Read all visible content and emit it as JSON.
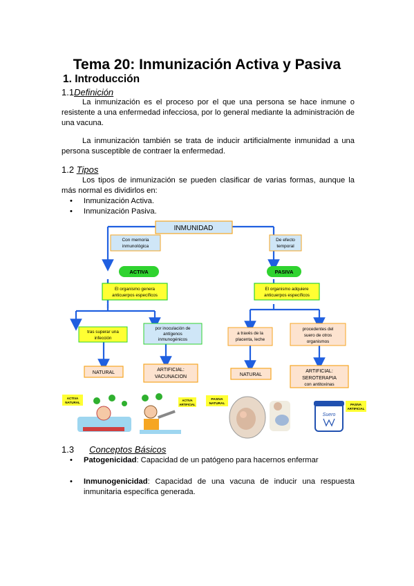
{
  "title": "Tema 20: Inmunización Activa y Pasiva",
  "section1": "1. Introducción",
  "s11": {
    "num": "1.1",
    "label": "Definición"
  },
  "def_p1": "La inmunización es el proceso por el que una persona se hace inmune o resistente a una enfermedad infecciosa, por lo general mediante la administración de una vacuna.",
  "def_p2": "La inmunización también se trata de inducir artificialmente inmunidad a una persona susceptible de contraer la enfermedad.",
  "s12": {
    "num": "1.2",
    "label": "Tipos"
  },
  "tipos_p": "Los tipos de inmunización se pueden clasificar de varias formas, aunque la más normal es dividirlos en:",
  "tipos_list": [
    "Inmunización Activa.",
    "Inmunización Pasiva."
  ],
  "diagram": {
    "root": "INMUNIDAD",
    "left_note": [
      "Con memoria",
      "inmunológica"
    ],
    "right_note": [
      "De efecto",
      "temporal"
    ],
    "activa": "ACTIVA",
    "pasiva": "PASIVA",
    "activa_desc": [
      "El organismo genera",
      "anticuerpos específicos"
    ],
    "pasiva_desc": [
      "El organismo adquiere",
      "anticuerpos específicos"
    ],
    "a1": [
      "tras superar una",
      "infección"
    ],
    "a2": [
      "por inoculación de",
      "antígenos",
      "inmunogénicos"
    ],
    "p1": [
      "a través de la",
      "placenta, leche"
    ],
    "p2": [
      "procedentes del",
      "suero de otros",
      "organismos"
    ],
    "natural_a": "NATURAL",
    "artificial_a": [
      "ARTIFICIAL:",
      "VACUNACION"
    ],
    "natural_p": "NATURAL",
    "artificial_p": [
      "ARTIFICIAL:",
      "SEROTERAPIA",
      "con antitoxinas"
    ],
    "img_labels": {
      "activa_natural": [
        "ACTIVA",
        "NATURAL"
      ],
      "activa_artificial": [
        "ACTIVA",
        "ARTIFICIAL"
      ],
      "pasiva_natural": [
        "PASIVA",
        "NATURAL"
      ],
      "pasiva_artificial": [
        "PASIVA",
        "ARTIFICIAL"
      ],
      "suero": "Suero"
    }
  },
  "s13": {
    "num": "1.3",
    "label": "Conceptos Básicos"
  },
  "conceptos": [
    {
      "term": "Patogenicidad",
      "desc": ": Capacidad de un patógeno para hacernos enfermar"
    },
    {
      "term": "Inmunogenicidad",
      "desc": ": Capacidad de una vacuna de inducir una respuesta inmunitaria específica generada."
    }
  ],
  "colors": {
    "green": "#2fd32f",
    "yellow": "#ffff33",
    "lightblue": "#cfe6f7",
    "peach": "#fde3cf",
    "orange": "#f6a623",
    "arrow": "#1f5fe0"
  }
}
